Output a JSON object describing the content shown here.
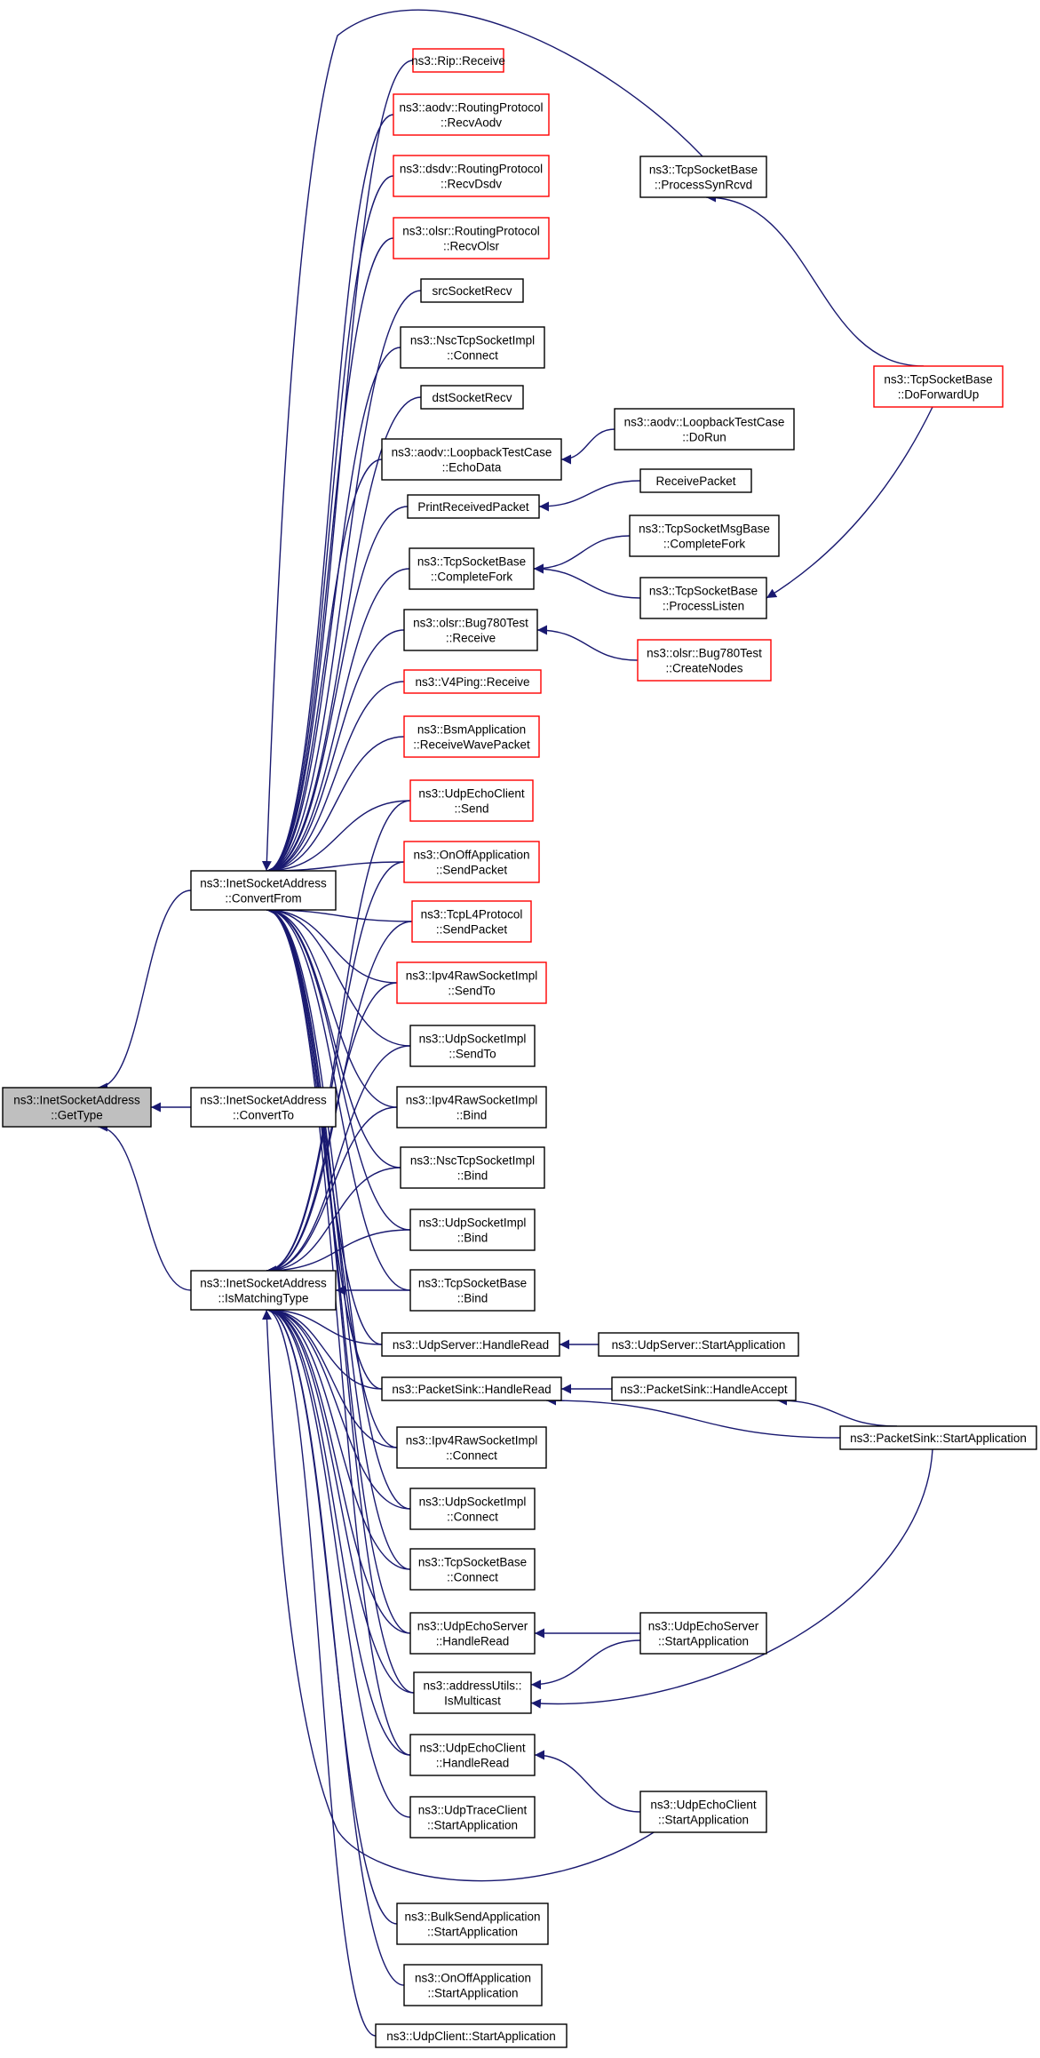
{
  "colors": {
    "edge": "#191970",
    "node_border": "#000000",
    "node_border_missing": "#ff0000",
    "node_fill": "#ffffff",
    "root_fill": "#bfbfbf"
  },
  "nodes": [
    {
      "id": "gettype",
      "lines": [
        "ns3::InetSocketAddress",
        "::GetType"
      ],
      "style": "root"
    },
    {
      "id": "convertfrom",
      "lines": [
        "ns3::InetSocketAddress",
        "::ConvertFrom"
      ],
      "style": "normal"
    },
    {
      "id": "convertto",
      "lines": [
        "ns3::InetSocketAddress",
        "::ConvertTo"
      ],
      "style": "normal"
    },
    {
      "id": "ismatchingtype",
      "lines": [
        "ns3::InetSocketAddress",
        "::IsMatchingType"
      ],
      "style": "normal"
    },
    {
      "id": "rip_receive",
      "lines": [
        "ns3::Rip::Receive"
      ],
      "style": "red"
    },
    {
      "id": "aodv_recvaodv",
      "lines": [
        "ns3::aodv::RoutingProtocol",
        "::RecvAodv"
      ],
      "style": "red"
    },
    {
      "id": "dsdv_recvdsdv",
      "lines": [
        "ns3::dsdv::RoutingProtocol",
        "::RecvDsdv"
      ],
      "style": "red"
    },
    {
      "id": "olsr_recvolsr",
      "lines": [
        "ns3::olsr::RoutingProtocol",
        "::RecvOlsr"
      ],
      "style": "red"
    },
    {
      "id": "srcsocketrecv",
      "lines": [
        "srcSocketRecv"
      ],
      "style": "normal"
    },
    {
      "id": "nsc_connect",
      "lines": [
        "ns3::NscTcpSocketImpl",
        "::Connect"
      ],
      "style": "normal"
    },
    {
      "id": "dstsocketrecv",
      "lines": [
        "dstSocketRecv"
      ],
      "style": "normal"
    },
    {
      "id": "aodv_echodata",
      "lines": [
        "ns3::aodv::LoopbackTestCase",
        "::EchoData"
      ],
      "style": "normal"
    },
    {
      "id": "printreceivedpacket",
      "lines": [
        "PrintReceivedPacket"
      ],
      "style": "normal"
    },
    {
      "id": "tcp_completefork",
      "lines": [
        "ns3::TcpSocketBase",
        "::CompleteFork"
      ],
      "style": "normal"
    },
    {
      "id": "olsr_bug780_receive",
      "lines": [
        "ns3::olsr::Bug780Test",
        "::Receive"
      ],
      "style": "normal"
    },
    {
      "id": "v4ping_receive",
      "lines": [
        "ns3::V4Ping::Receive"
      ],
      "style": "red"
    },
    {
      "id": "bsm_receivewave",
      "lines": [
        "ns3::BsmApplication",
        "::ReceiveWavePacket"
      ],
      "style": "red"
    },
    {
      "id": "udpechoclient_send",
      "lines": [
        "ns3::UdpEchoClient",
        "::Send"
      ],
      "style": "red"
    },
    {
      "id": "onoff_sendpacket",
      "lines": [
        "ns3::OnOffApplication",
        "::SendPacket"
      ],
      "style": "red"
    },
    {
      "id": "tcpl4_sendpacket",
      "lines": [
        "ns3::TcpL4Protocol",
        "::SendPacket"
      ],
      "style": "red"
    },
    {
      "id": "ipv4raw_sendto",
      "lines": [
        "ns3::Ipv4RawSocketImpl",
        "::SendTo"
      ],
      "style": "red"
    },
    {
      "id": "udpsocket_sendto",
      "lines": [
        "ns3::UdpSocketImpl",
        "::SendTo"
      ],
      "style": "normal"
    },
    {
      "id": "ipv4raw_bind",
      "lines": [
        "ns3::Ipv4RawSocketImpl",
        "::Bind"
      ],
      "style": "normal"
    },
    {
      "id": "nsc_bind",
      "lines": [
        "ns3::NscTcpSocketImpl",
        "::Bind"
      ],
      "style": "normal"
    },
    {
      "id": "udpsocket_bind",
      "lines": [
        "ns3::UdpSocketImpl",
        "::Bind"
      ],
      "style": "normal"
    },
    {
      "id": "tcp_bind",
      "lines": [
        "ns3::TcpSocketBase",
        "::Bind"
      ],
      "style": "normal"
    },
    {
      "id": "udpserver_handleread",
      "lines": [
        "ns3::UdpServer::HandleRead"
      ],
      "style": "normal"
    },
    {
      "id": "packetsink_handleread",
      "lines": [
        "ns3::PacketSink::HandleRead"
      ],
      "style": "normal"
    },
    {
      "id": "ipv4raw_connect",
      "lines": [
        "ns3::Ipv4RawSocketImpl",
        "::Connect"
      ],
      "style": "normal"
    },
    {
      "id": "udpsocket_connect",
      "lines": [
        "ns3::UdpSocketImpl",
        "::Connect"
      ],
      "style": "normal"
    },
    {
      "id": "tcp_connect",
      "lines": [
        "ns3::TcpSocketBase",
        "::Connect"
      ],
      "style": "normal"
    },
    {
      "id": "udpechoserver_handleread",
      "lines": [
        "ns3::UdpEchoServer",
        "::HandleRead"
      ],
      "style": "normal"
    },
    {
      "id": "addressutils_ismulticast",
      "lines": [
        "ns3::addressUtils::",
        "IsMulticast"
      ],
      "style": "normal"
    },
    {
      "id": "udpechoclient_handleread",
      "lines": [
        "ns3::UdpEchoClient",
        "::HandleRead"
      ],
      "style": "normal"
    },
    {
      "id": "udptraceclient_start",
      "lines": [
        "ns3::UdpTraceClient",
        "::StartApplication"
      ],
      "style": "normal"
    },
    {
      "id": "bulksend_start",
      "lines": [
        "ns3::BulkSendApplication",
        "::StartApplication"
      ],
      "style": "normal"
    },
    {
      "id": "onoff_start",
      "lines": [
        "ns3::OnOffApplication",
        "::StartApplication"
      ],
      "style": "normal"
    },
    {
      "id": "udpclient_start",
      "lines": [
        "ns3::UdpClient::StartApplication"
      ],
      "style": "normal"
    },
    {
      "id": "tcp_processsynrcvd",
      "lines": [
        "ns3::TcpSocketBase",
        "::ProcessSynRcvd"
      ],
      "style": "normal"
    },
    {
      "id": "tcp_doforwardup",
      "lines": [
        "ns3::TcpSocketBase",
        "::DoForwardUp"
      ],
      "style": "red"
    },
    {
      "id": "aodv_dorun",
      "lines": [
        "ns3::aodv::LoopbackTestCase",
        "::DoRun"
      ],
      "style": "normal"
    },
    {
      "id": "receivepacket",
      "lines": [
        "ReceivePacket"
      ],
      "style": "normal"
    },
    {
      "id": "tcpmsg_completefork",
      "lines": [
        "ns3::TcpSocketMsgBase",
        "::CompleteFork"
      ],
      "style": "normal"
    },
    {
      "id": "tcp_processlisten",
      "lines": [
        "ns3::TcpSocketBase",
        "::ProcessListen"
      ],
      "style": "normal"
    },
    {
      "id": "olsr_bug780_createnodes",
      "lines": [
        "ns3::olsr::Bug780Test",
        "::CreateNodes"
      ],
      "style": "red"
    },
    {
      "id": "udpserver_start",
      "lines": [
        "ns3::UdpServer::StartApplication"
      ],
      "style": "normal"
    },
    {
      "id": "packetsink_handleaccept",
      "lines": [
        "ns3::PacketSink::HandleAccept"
      ],
      "style": "normal"
    },
    {
      "id": "packetsink_start",
      "lines": [
        "ns3::PacketSink::StartApplication"
      ],
      "style": "normal"
    },
    {
      "id": "udpechoserver_start",
      "lines": [
        "ns3::UdpEchoServer",
        "::StartApplication"
      ],
      "style": "normal"
    },
    {
      "id": "udpechoclient_start",
      "lines": [
        "ns3::UdpEchoClient",
        "::StartApplication"
      ],
      "style": "normal"
    }
  ],
  "edges": [
    {
      "from": "convertfrom",
      "to": "gettype"
    },
    {
      "from": "convertto",
      "to": "gettype"
    },
    {
      "from": "ismatchingtype",
      "to": "gettype"
    },
    {
      "from": "rip_receive",
      "to": "convertfrom"
    },
    {
      "from": "aodv_recvaodv",
      "to": "convertfrom"
    },
    {
      "from": "dsdv_recvdsdv",
      "to": "convertfrom"
    },
    {
      "from": "olsr_recvolsr",
      "to": "convertfrom"
    },
    {
      "from": "srcsocketrecv",
      "to": "convertfrom"
    },
    {
      "from": "nsc_connect",
      "to": "convertfrom"
    },
    {
      "from": "dstsocketrecv",
      "to": "convertfrom"
    },
    {
      "from": "aodv_echodata",
      "to": "convertfrom"
    },
    {
      "from": "printreceivedpacket",
      "to": "convertfrom"
    },
    {
      "from": "tcp_completefork",
      "to": "convertfrom"
    },
    {
      "from": "olsr_bug780_receive",
      "to": "convertfrom"
    },
    {
      "from": "v4ping_receive",
      "to": "convertfrom"
    },
    {
      "from": "bsm_receivewave",
      "to": "convertfrom"
    },
    {
      "from": "udpechoclient_send",
      "to": "convertfrom"
    },
    {
      "from": "onoff_sendpacket",
      "to": "convertfrom"
    },
    {
      "from": "tcpl4_sendpacket",
      "to": "convertfrom"
    },
    {
      "from": "ipv4raw_sendto",
      "to": "convertfrom"
    },
    {
      "from": "udpsocket_sendto",
      "to": "convertfrom"
    },
    {
      "from": "ipv4raw_bind",
      "to": "convertfrom"
    },
    {
      "from": "nsc_bind",
      "to": "convertfrom"
    },
    {
      "from": "udpsocket_bind",
      "to": "convertfrom"
    },
    {
      "from": "tcp_bind",
      "to": "convertfrom"
    },
    {
      "from": "udpserver_handleread",
      "to": "convertfrom"
    },
    {
      "from": "packetsink_handleread",
      "to": "convertfrom"
    },
    {
      "from": "ipv4raw_connect",
      "to": "convertfrom"
    },
    {
      "from": "udpsocket_connect",
      "to": "convertfrom"
    },
    {
      "from": "tcp_connect",
      "to": "convertfrom"
    },
    {
      "from": "udpechoserver_handleread",
      "to": "convertfrom"
    },
    {
      "from": "addressutils_ismulticast",
      "to": "convertfrom"
    },
    {
      "from": "udpechoclient_handleread",
      "to": "convertfrom"
    },
    {
      "from": "tcp_processsynrcvd",
      "to": "convertfrom"
    },
    {
      "from": "udpsocket_sendto",
      "to": "ismatchingtype"
    },
    {
      "from": "ipv4raw_bind",
      "to": "ismatchingtype"
    },
    {
      "from": "nsc_bind",
      "to": "ismatchingtype"
    },
    {
      "from": "udpsocket_bind",
      "to": "ismatchingtype"
    },
    {
      "from": "tcp_bind",
      "to": "ismatchingtype"
    },
    {
      "from": "udpserver_handleread",
      "to": "ismatchingtype"
    },
    {
      "from": "packetsink_handleread",
      "to": "ismatchingtype"
    },
    {
      "from": "ipv4raw_connect",
      "to": "ismatchingtype"
    },
    {
      "from": "udpsocket_connect",
      "to": "ismatchingtype"
    },
    {
      "from": "tcp_connect",
      "to": "ismatchingtype"
    },
    {
      "from": "udpechoserver_handleread",
      "to": "ismatchingtype"
    },
    {
      "from": "addressutils_ismulticast",
      "to": "ismatchingtype"
    },
    {
      "from": "udpechoclient_handleread",
      "to": "ismatchingtype"
    },
    {
      "from": "udptraceclient_start",
      "to": "ismatchingtype"
    },
    {
      "from": "bulksend_start",
      "to": "ismatchingtype"
    },
    {
      "from": "onoff_start",
      "to": "ismatchingtype"
    },
    {
      "from": "udpclient_start",
      "to": "ismatchingtype"
    },
    {
      "from": "udpechoclient_start",
      "to": "ismatchingtype"
    },
    {
      "from": "ipv4raw_sendto",
      "to": "ismatchingtype"
    },
    {
      "from": "tcpl4_sendpacket",
      "to": "ismatchingtype"
    },
    {
      "from": "onoff_sendpacket",
      "to": "ismatchingtype"
    },
    {
      "from": "udpechoclient_send",
      "to": "ismatchingtype"
    },
    {
      "from": "aodv_dorun",
      "to": "aodv_echodata"
    },
    {
      "from": "receivepacket",
      "to": "printreceivedpacket"
    },
    {
      "from": "tcpmsg_completefork",
      "to": "tcp_completefork"
    },
    {
      "from": "tcp_processlisten",
      "to": "tcp_completefork"
    },
    {
      "from": "olsr_bug780_createnodes",
      "to": "olsr_bug780_receive"
    },
    {
      "from": "tcp_doforwardup",
      "to": "tcp_processsynrcvd"
    },
    {
      "from": "tcp_doforwardup",
      "to": "tcp_processlisten"
    },
    {
      "from": "udpserver_start",
      "to": "udpserver_handleread"
    },
    {
      "from": "packetsink_handleaccept",
      "to": "packetsink_handleread"
    },
    {
      "from": "packetsink_start",
      "to": "packetsink_handleread"
    },
    {
      "from": "packetsink_start",
      "to": "packetsink_handleaccept"
    },
    {
      "from": "packetsink_start",
      "to": "addressutils_ismulticast"
    },
    {
      "from": "udpechoserver_start",
      "to": "udpechoserver_handleread"
    },
    {
      "from": "udpechoserver_start",
      "to": "addressutils_ismulticast"
    },
    {
      "from": "udpechoclient_start",
      "to": "udpechoclient_handleread"
    }
  ]
}
